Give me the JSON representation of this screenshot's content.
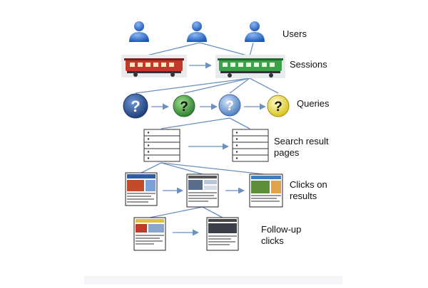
{
  "labels": {
    "users": "Users",
    "sessions": "Sessions",
    "queries": "Queries",
    "search_result_pages": "Search result\npages",
    "clicks_on_results": "Clicks on\nresults",
    "follow_up_clicks": "Follow-up\nclicks"
  },
  "icons": {
    "user": "user-icon",
    "session": "train-car-icon",
    "query": "question-mark-icon",
    "serp": "result-list-icon",
    "page": "webpage-thumbnail-icon"
  },
  "colors": {
    "connector": "#6b8fbf",
    "user_blue": "#2f6fd1",
    "train_red": "#c0392b",
    "train_green": "#3aa34a",
    "query_navy": "#2a4f8a",
    "query_green": "#3c9a3c",
    "query_light_blue": "#6f9fd8",
    "query_yellow": "#f2e23a"
  }
}
